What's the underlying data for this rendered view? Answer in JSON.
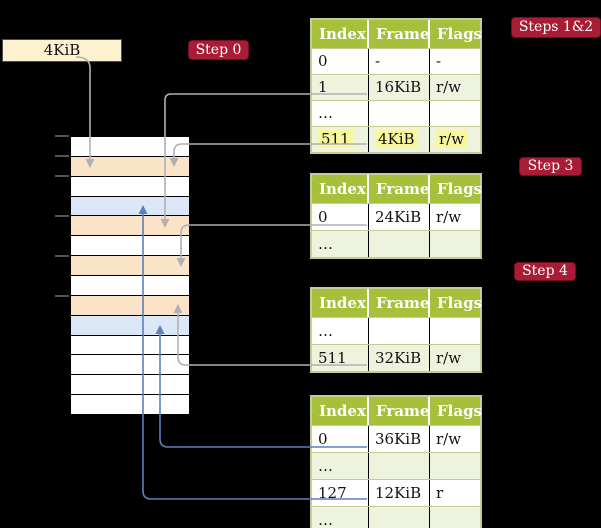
{
  "page_box": {
    "label": "4KiB"
  },
  "step_labels": [
    {
      "label": "Step 0"
    },
    {
      "label": "Steps 1&2"
    },
    {
      "label": "Step 3"
    },
    {
      "label": "Step 4"
    }
  ],
  "memory": {
    "rows": [
      "white",
      "orange",
      "white",
      "blue",
      "orange",
      "white",
      "orange",
      "white",
      "orange",
      "blue",
      "white",
      "white",
      "white",
      "white"
    ]
  },
  "tables": [
    {
      "headers": [
        "Index",
        "Frame",
        "Flags"
      ],
      "rows": [
        {
          "cells": [
            "0",
            "-",
            "-"
          ]
        },
        {
          "cells": [
            "1",
            "16KiB",
            "r/w"
          ]
        },
        {
          "cells": [
            "…",
            "",
            ""
          ]
        },
        {
          "cells": [
            "511",
            "4KiB",
            "r/w"
          ]
        }
      ]
    },
    {
      "headers": [
        "Index",
        "Frame",
        "Flags"
      ],
      "rows": [
        {
          "cells": [
            "0",
            "24KiB",
            "r/w"
          ]
        },
        {
          "cells": [
            "…",
            "",
            ""
          ]
        }
      ]
    },
    {
      "headers": [
        "Index",
        "Frame",
        "Flags"
      ],
      "rows": [
        {
          "cells": [
            "…",
            "",
            ""
          ]
        },
        {
          "cells": [
            "511",
            "32KiB",
            "r/w"
          ]
        }
      ]
    },
    {
      "headers": [
        "Index",
        "Frame",
        "Flags"
      ],
      "rows": [
        {
          "cells": [
            "0",
            "36KiB",
            "r/w"
          ]
        },
        {
          "cells": [
            "…",
            "",
            ""
          ]
        },
        {
          "cells": [
            "127",
            "12KiB",
            "r"
          ]
        },
        {
          "cells": [
            "…",
            "",
            ""
          ]
        }
      ]
    }
  ],
  "arrows": [
    {
      "name": "arrow-4kib-page",
      "color": "gray",
      "from": "4KiB box",
      "to": "memory frame 4KiB"
    },
    {
      "name": "arrow-frame-16kib",
      "color": "gray",
      "from": "table1 index 1",
      "to": "memory frame 16KiB"
    },
    {
      "name": "arrow-frame-4kib",
      "color": "gray",
      "from": "table1 index 511",
      "to": "memory frame 4KiB"
    },
    {
      "name": "arrow-frame-24kib",
      "color": "gray",
      "from": "table2 index 0",
      "to": "memory frame 24KiB"
    },
    {
      "name": "arrow-frame-32kib",
      "color": "gray",
      "from": "table3 index 511",
      "to": "memory frame 32KiB"
    },
    {
      "name": "arrow-frame-36kib",
      "color": "blue",
      "from": "table4 index 0",
      "to": "memory frame 36KiB"
    },
    {
      "name": "arrow-frame-12kib",
      "color": "blue",
      "from": "table4 index 127",
      "to": "memory frame 12KiB"
    }
  ],
  "colors": {
    "bg": "#000000",
    "header_green": "#a6c03c",
    "row_shade": "#eef3de",
    "table_border": "#c3cc97",
    "mem_orange": "#fbe3c8",
    "mem_blue": "#dbe7f6",
    "highlight_yellow": "#f8f79e",
    "step_bg": "#a81d35",
    "step_border": "#6f0f1f",
    "gray_arrow": "#b0b0b4",
    "blue_arrow": "#5c80b8",
    "box_fill": "#fdf2d0",
    "box_border": "#4d4d4d",
    "tick_gray": "#8a8a8a"
  }
}
